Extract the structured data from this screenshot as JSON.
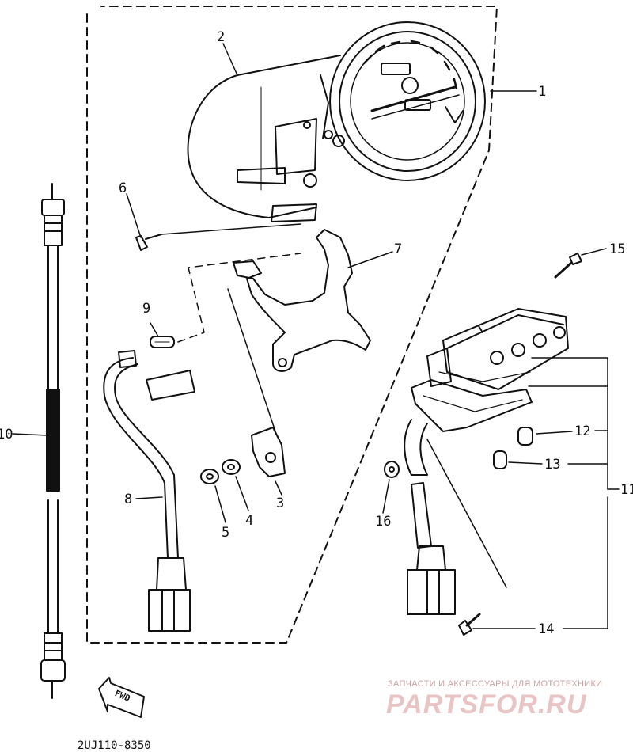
{
  "diagram": {
    "part_labels": [
      {
        "id": "1",
        "text": "1"
      },
      {
        "id": "2",
        "text": "2"
      },
      {
        "id": "3",
        "text": "3"
      },
      {
        "id": "4",
        "text": "4"
      },
      {
        "id": "5",
        "text": "5"
      },
      {
        "id": "6",
        "text": "6"
      },
      {
        "id": "7",
        "text": "7"
      },
      {
        "id": "8",
        "text": "8"
      },
      {
        "id": "9",
        "text": "9"
      },
      {
        "id": "10",
        "text": "10"
      },
      {
        "id": "11",
        "text": "11"
      },
      {
        "id": "12",
        "text": "12"
      },
      {
        "id": "13",
        "text": "13"
      },
      {
        "id": "14",
        "text": "14"
      },
      {
        "id": "15",
        "text": "15"
      },
      {
        "id": "16",
        "text": "16"
      }
    ],
    "direction_label": "FWD",
    "drawing_code": "2UJ110-8350"
  },
  "watermark": {
    "caption": "ЗАПЧАСТИ И АКСЕССУАРЫ ДЛЯ МОТОТЕХНИКИ",
    "brand": "PARTSFOR.RU"
  }
}
